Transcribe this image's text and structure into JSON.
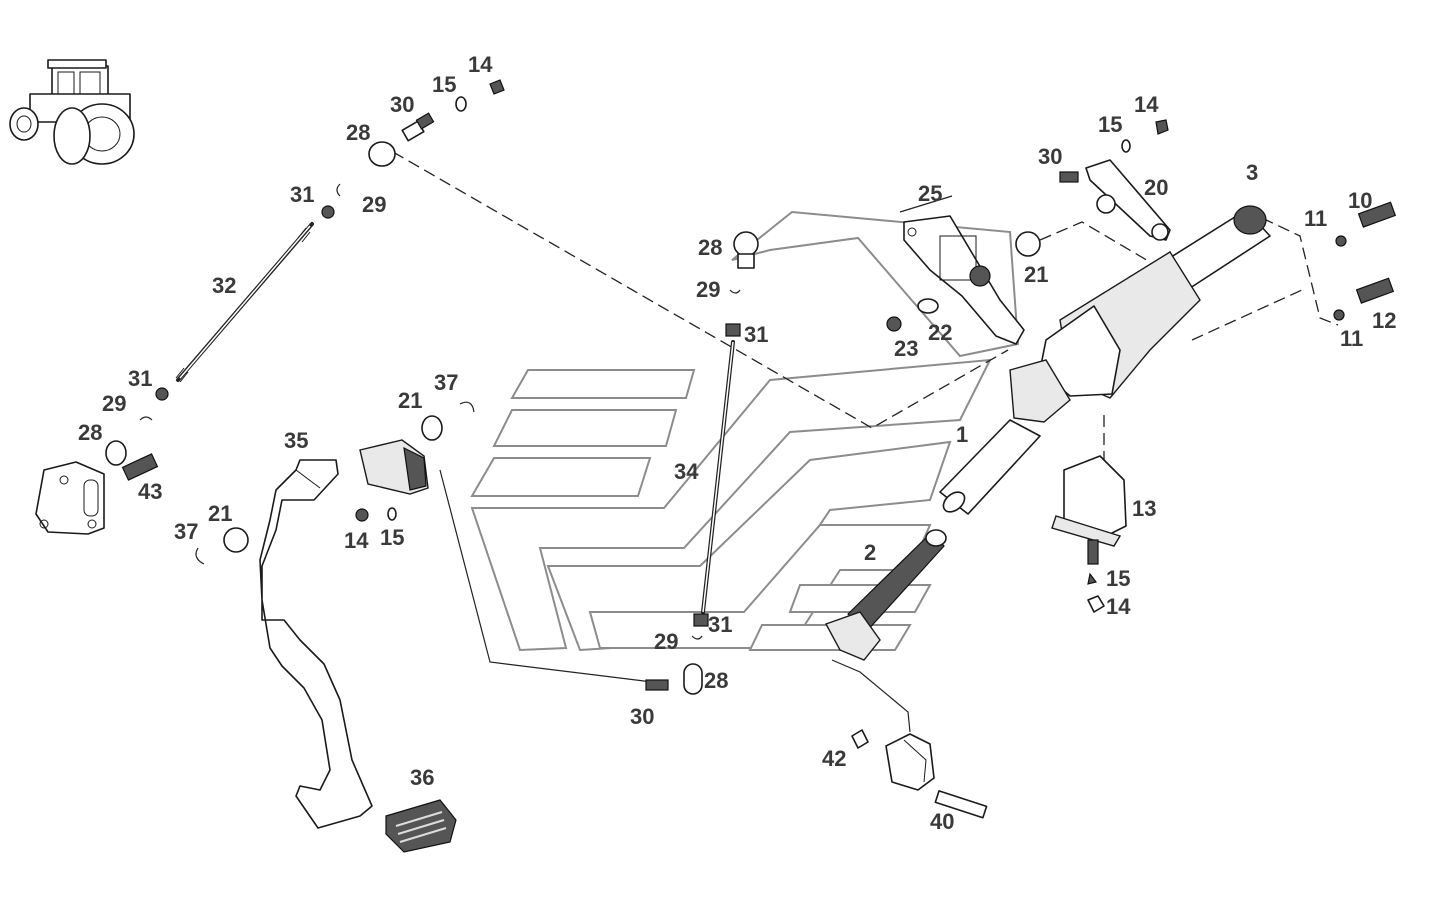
{
  "diagram": {
    "labels": [
      {
        "id": "lbl-14-a",
        "text": "14"
      },
      {
        "id": "lbl-15-a",
        "text": "15"
      },
      {
        "id": "lbl-30-a",
        "text": "30"
      },
      {
        "id": "lbl-28-a",
        "text": "28"
      },
      {
        "id": "lbl-31-a",
        "text": "31"
      },
      {
        "id": "lbl-29-a",
        "text": "29"
      },
      {
        "id": "lbl-32",
        "text": "32"
      },
      {
        "id": "lbl-31-b",
        "text": "31"
      },
      {
        "id": "lbl-29-b",
        "text": "29"
      },
      {
        "id": "lbl-28-b",
        "text": "28"
      },
      {
        "id": "lbl-43",
        "text": "43"
      },
      {
        "id": "lbl-35",
        "text": "35"
      },
      {
        "id": "lbl-21-a",
        "text": "21"
      },
      {
        "id": "lbl-37-a",
        "text": "37"
      },
      {
        "id": "lbl-21-b",
        "text": "21"
      },
      {
        "id": "lbl-37-b",
        "text": "37"
      },
      {
        "id": "lbl-14-b",
        "text": "14"
      },
      {
        "id": "lbl-15-b",
        "text": "15"
      },
      {
        "id": "lbl-28-c",
        "text": "28"
      },
      {
        "id": "lbl-29-c",
        "text": "29"
      },
      {
        "id": "lbl-31-c",
        "text": "31"
      },
      {
        "id": "lbl-34",
        "text": "34"
      },
      {
        "id": "lbl-31-d",
        "text": "31"
      },
      {
        "id": "lbl-29-d",
        "text": "29"
      },
      {
        "id": "lbl-28-d",
        "text": "28"
      },
      {
        "id": "lbl-30-b",
        "text": "30"
      },
      {
        "id": "lbl-36",
        "text": "36"
      },
      {
        "id": "lbl-25",
        "text": "25"
      },
      {
        "id": "lbl-14-c",
        "text": "14"
      },
      {
        "id": "lbl-15-c",
        "text": "15"
      },
      {
        "id": "lbl-30-c",
        "text": "30"
      },
      {
        "id": "lbl-20",
        "text": "20"
      },
      {
        "id": "lbl-21-c",
        "text": "21"
      },
      {
        "id": "lbl-22",
        "text": "22"
      },
      {
        "id": "lbl-23",
        "text": "23"
      },
      {
        "id": "lbl-3",
        "text": "3"
      },
      {
        "id": "lbl-10",
        "text": "10"
      },
      {
        "id": "lbl-11-a",
        "text": "11"
      },
      {
        "id": "lbl-12",
        "text": "12"
      },
      {
        "id": "lbl-11-b",
        "text": "11"
      },
      {
        "id": "lbl-1",
        "text": "1"
      },
      {
        "id": "lbl-13",
        "text": "13"
      },
      {
        "id": "lbl-15-d",
        "text": "15"
      },
      {
        "id": "lbl-14-d",
        "text": "14"
      },
      {
        "id": "lbl-2",
        "text": "2"
      },
      {
        "id": "lbl-42",
        "text": "42"
      },
      {
        "id": "lbl-40",
        "text": "40"
      }
    ]
  },
  "colors": {
    "label": "#3a3a3a",
    "line": "#1a1a1a",
    "logo_outline": "#8c8c8c"
  },
  "icons": {
    "tractor": "tractor-icon",
    "watermark": "brand-logo-watermark"
  }
}
